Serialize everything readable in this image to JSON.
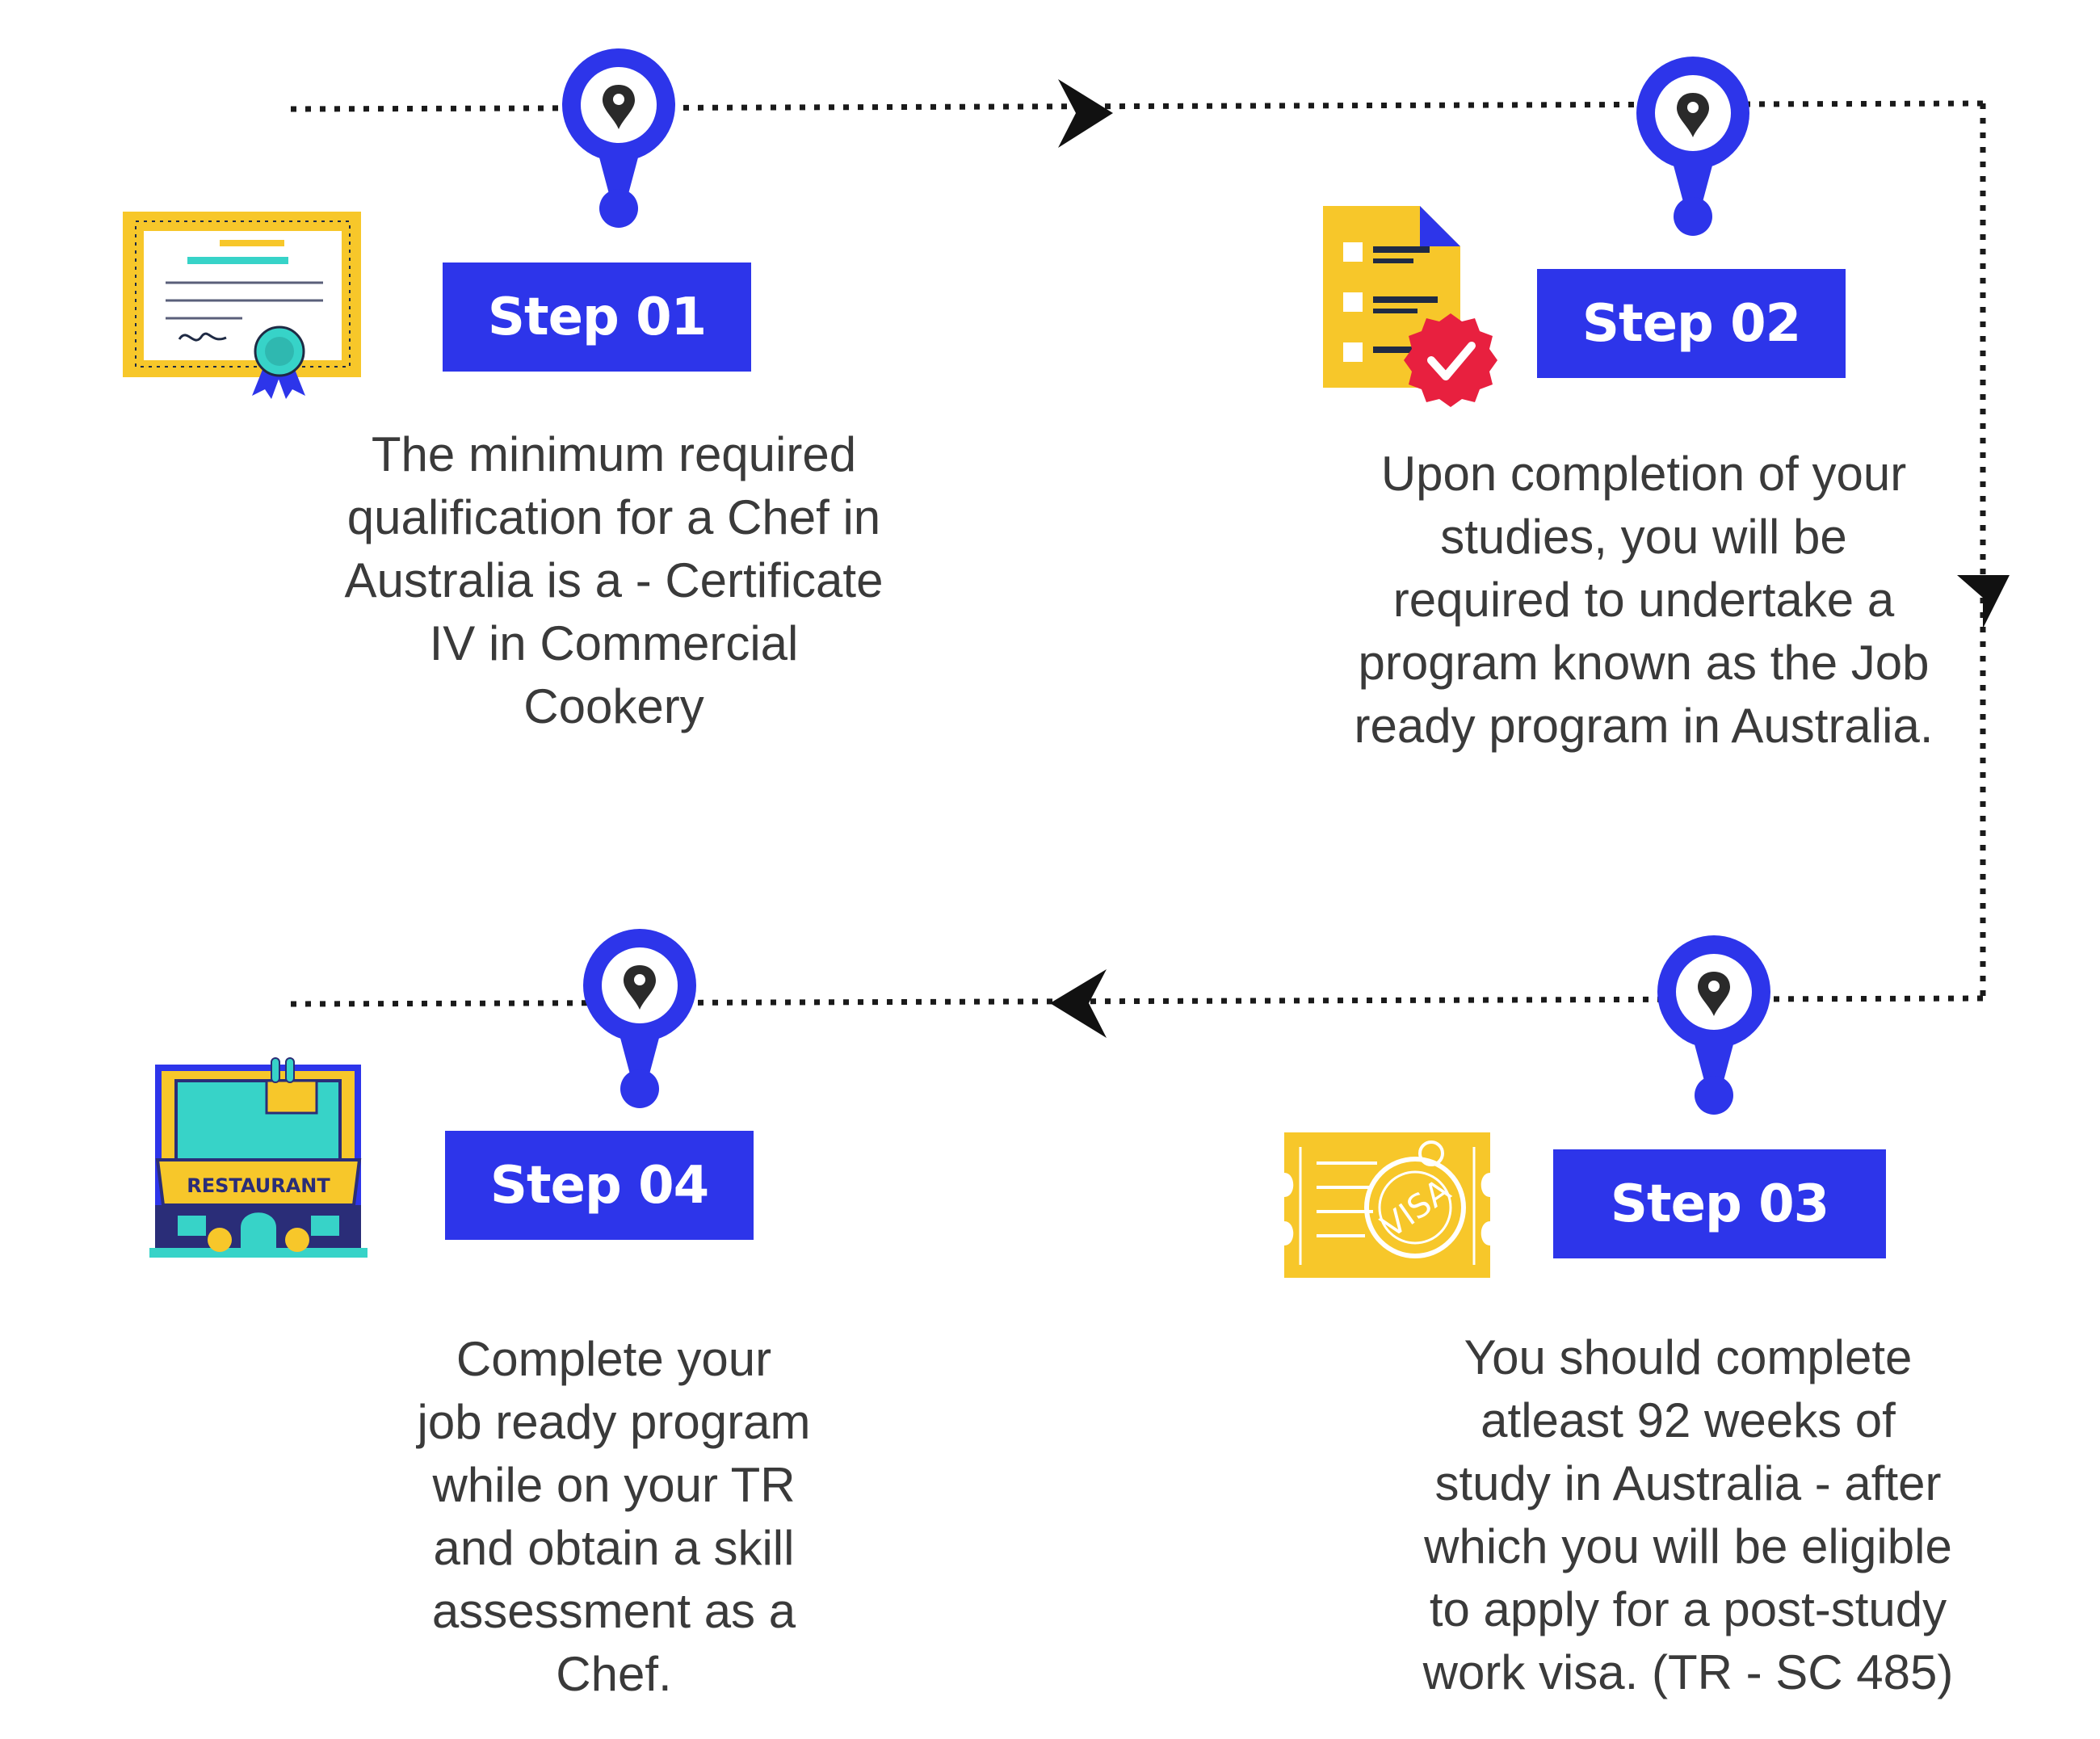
{
  "colors": {
    "primary": "#2d35ea",
    "connector": "#1a1a1a",
    "text": "#3a3a3a",
    "icon_yellow": "#f7c72a",
    "icon_teal": "#37d3c8",
    "icon_red": "#e8203f",
    "icon_navy": "#2a2d78"
  },
  "steps": [
    {
      "label": "Step 01",
      "icon": "certificate-icon",
      "lines": [
        "The minimum required",
        "qualification for a Chef in",
        "Australia is a - Certificate",
        "IV in Commercial",
        "Cookery"
      ]
    },
    {
      "label": "Step 02",
      "icon": "checklist-icon",
      "lines": [
        "Upon completion of your",
        "studies, you will be",
        "required to undertake a",
        "program known as the Job",
        "ready program in Australia."
      ]
    },
    {
      "label": "Step 03",
      "icon": "visa-ticket-icon",
      "icon_text": "VISA",
      "lines": [
        "You should complete",
        "atleast 92 weeks of",
        "study in Australia - after",
        "which you will be eligible",
        "to apply for a post-study",
        "work visa. (TR - SC 485)"
      ]
    },
    {
      "label": "Step 04",
      "icon": "restaurant-icon",
      "icon_text": "RESTAURANT",
      "lines": [
        "Complete your",
        "job ready program",
        "while on your TR",
        "and obtain a skill",
        "assessment as a",
        "Chef."
      ]
    }
  ]
}
